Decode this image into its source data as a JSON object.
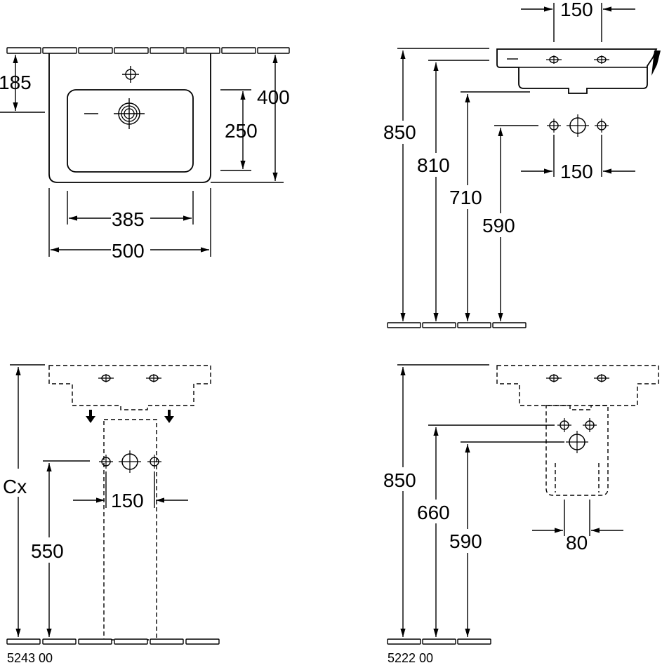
{
  "top_view": {
    "dim_185": "185",
    "dim_400": "400",
    "dim_250": "250",
    "dim_385": "385",
    "dim_500": "500"
  },
  "side_view": {
    "dim_150_top": "150",
    "dim_150_bottom": "150",
    "dim_850": "850",
    "dim_810": "810",
    "dim_710": "710",
    "dim_590": "590"
  },
  "pedestal_view": {
    "dim_cx": "Cx",
    "dim_150": "150",
    "dim_550": "550",
    "product_code": "5243 00"
  },
  "semi_pedestal_view": {
    "dim_850": "850",
    "dim_660": "660",
    "dim_590": "590",
    "dim_80": "80",
    "product_code": "5222 00"
  }
}
